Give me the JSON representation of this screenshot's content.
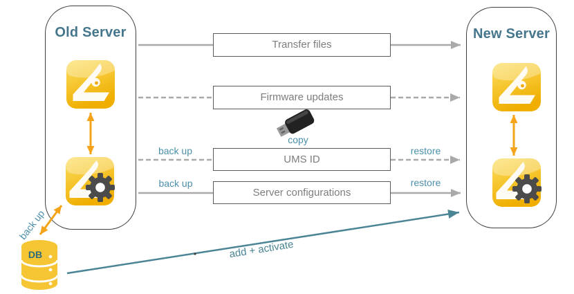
{
  "old_server": {
    "title": "Old Server"
  },
  "new_server": {
    "title": "New Server"
  },
  "flows": [
    {
      "label": "Transfer files",
      "line_style": "solid",
      "left_label": "",
      "right_label": ""
    },
    {
      "label": "Firmware updates",
      "line_style": "dashed",
      "left_label": "",
      "right_label": ""
    },
    {
      "label": "UMS ID",
      "line_style": "dashed",
      "left_label": "back up",
      "right_label": "restore"
    },
    {
      "label": "Server configurations",
      "line_style": "solid",
      "left_label": "back up",
      "right_label": "restore"
    }
  ],
  "usb": {
    "caption": "copy",
    "icon": "usb-stick-icon"
  },
  "db": {
    "label": "DB",
    "backup_label": "back up",
    "icon": "database-cylinder-icon"
  },
  "add_activate": {
    "label": "add + activate"
  },
  "icons": {
    "old_server_app": "igel-ums-app-icon",
    "old_server_config": "igel-ums-config-icon",
    "new_server_app": "igel-ums-app-icon",
    "new_server_config": "igel-ums-config-icon",
    "sync_arrows": "orange-double-arrow",
    "db_backup_arrow": "orange-double-arrow"
  },
  "colors": {
    "title_teal": "#45768b",
    "label_teal": "#4b8fa9",
    "arrow_teal": "#4b8494",
    "line_gray": "#a9a9a9",
    "box_border": "#5a5a5a",
    "box_text": "#7d7d7d",
    "igel_yellow": "#f3bc13",
    "accent_orange": "#f5a318",
    "db_yellow": "#f6c533",
    "gear_gray": "#4b4b4b",
    "usb_black": "#222222"
  }
}
